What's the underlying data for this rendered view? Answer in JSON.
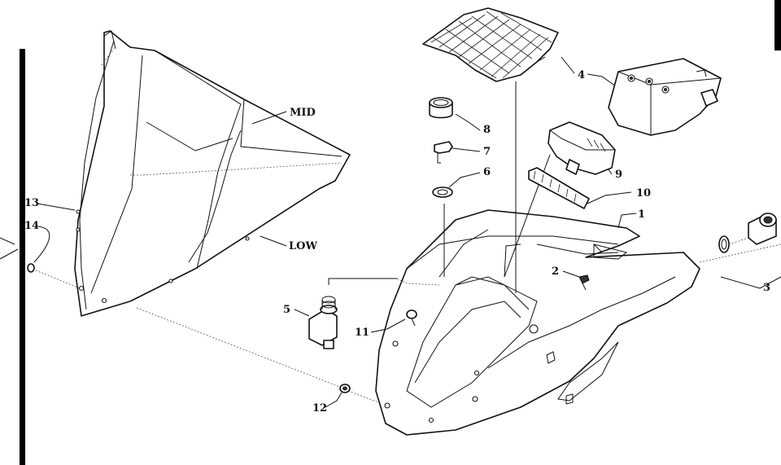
{
  "diagram": {
    "callouts": {
      "c1": "1",
      "c2": "2",
      "c3": "3",
      "c4": "4",
      "c5": "5",
      "c6": "6",
      "c7": "7",
      "c8": "8",
      "c9": "9",
      "c10": "10",
      "c11": "11",
      "c12": "12",
      "c13": "13",
      "c14": "14"
    },
    "windshield_labels": {
      "mid": "MID",
      "low": "LOW"
    }
  }
}
